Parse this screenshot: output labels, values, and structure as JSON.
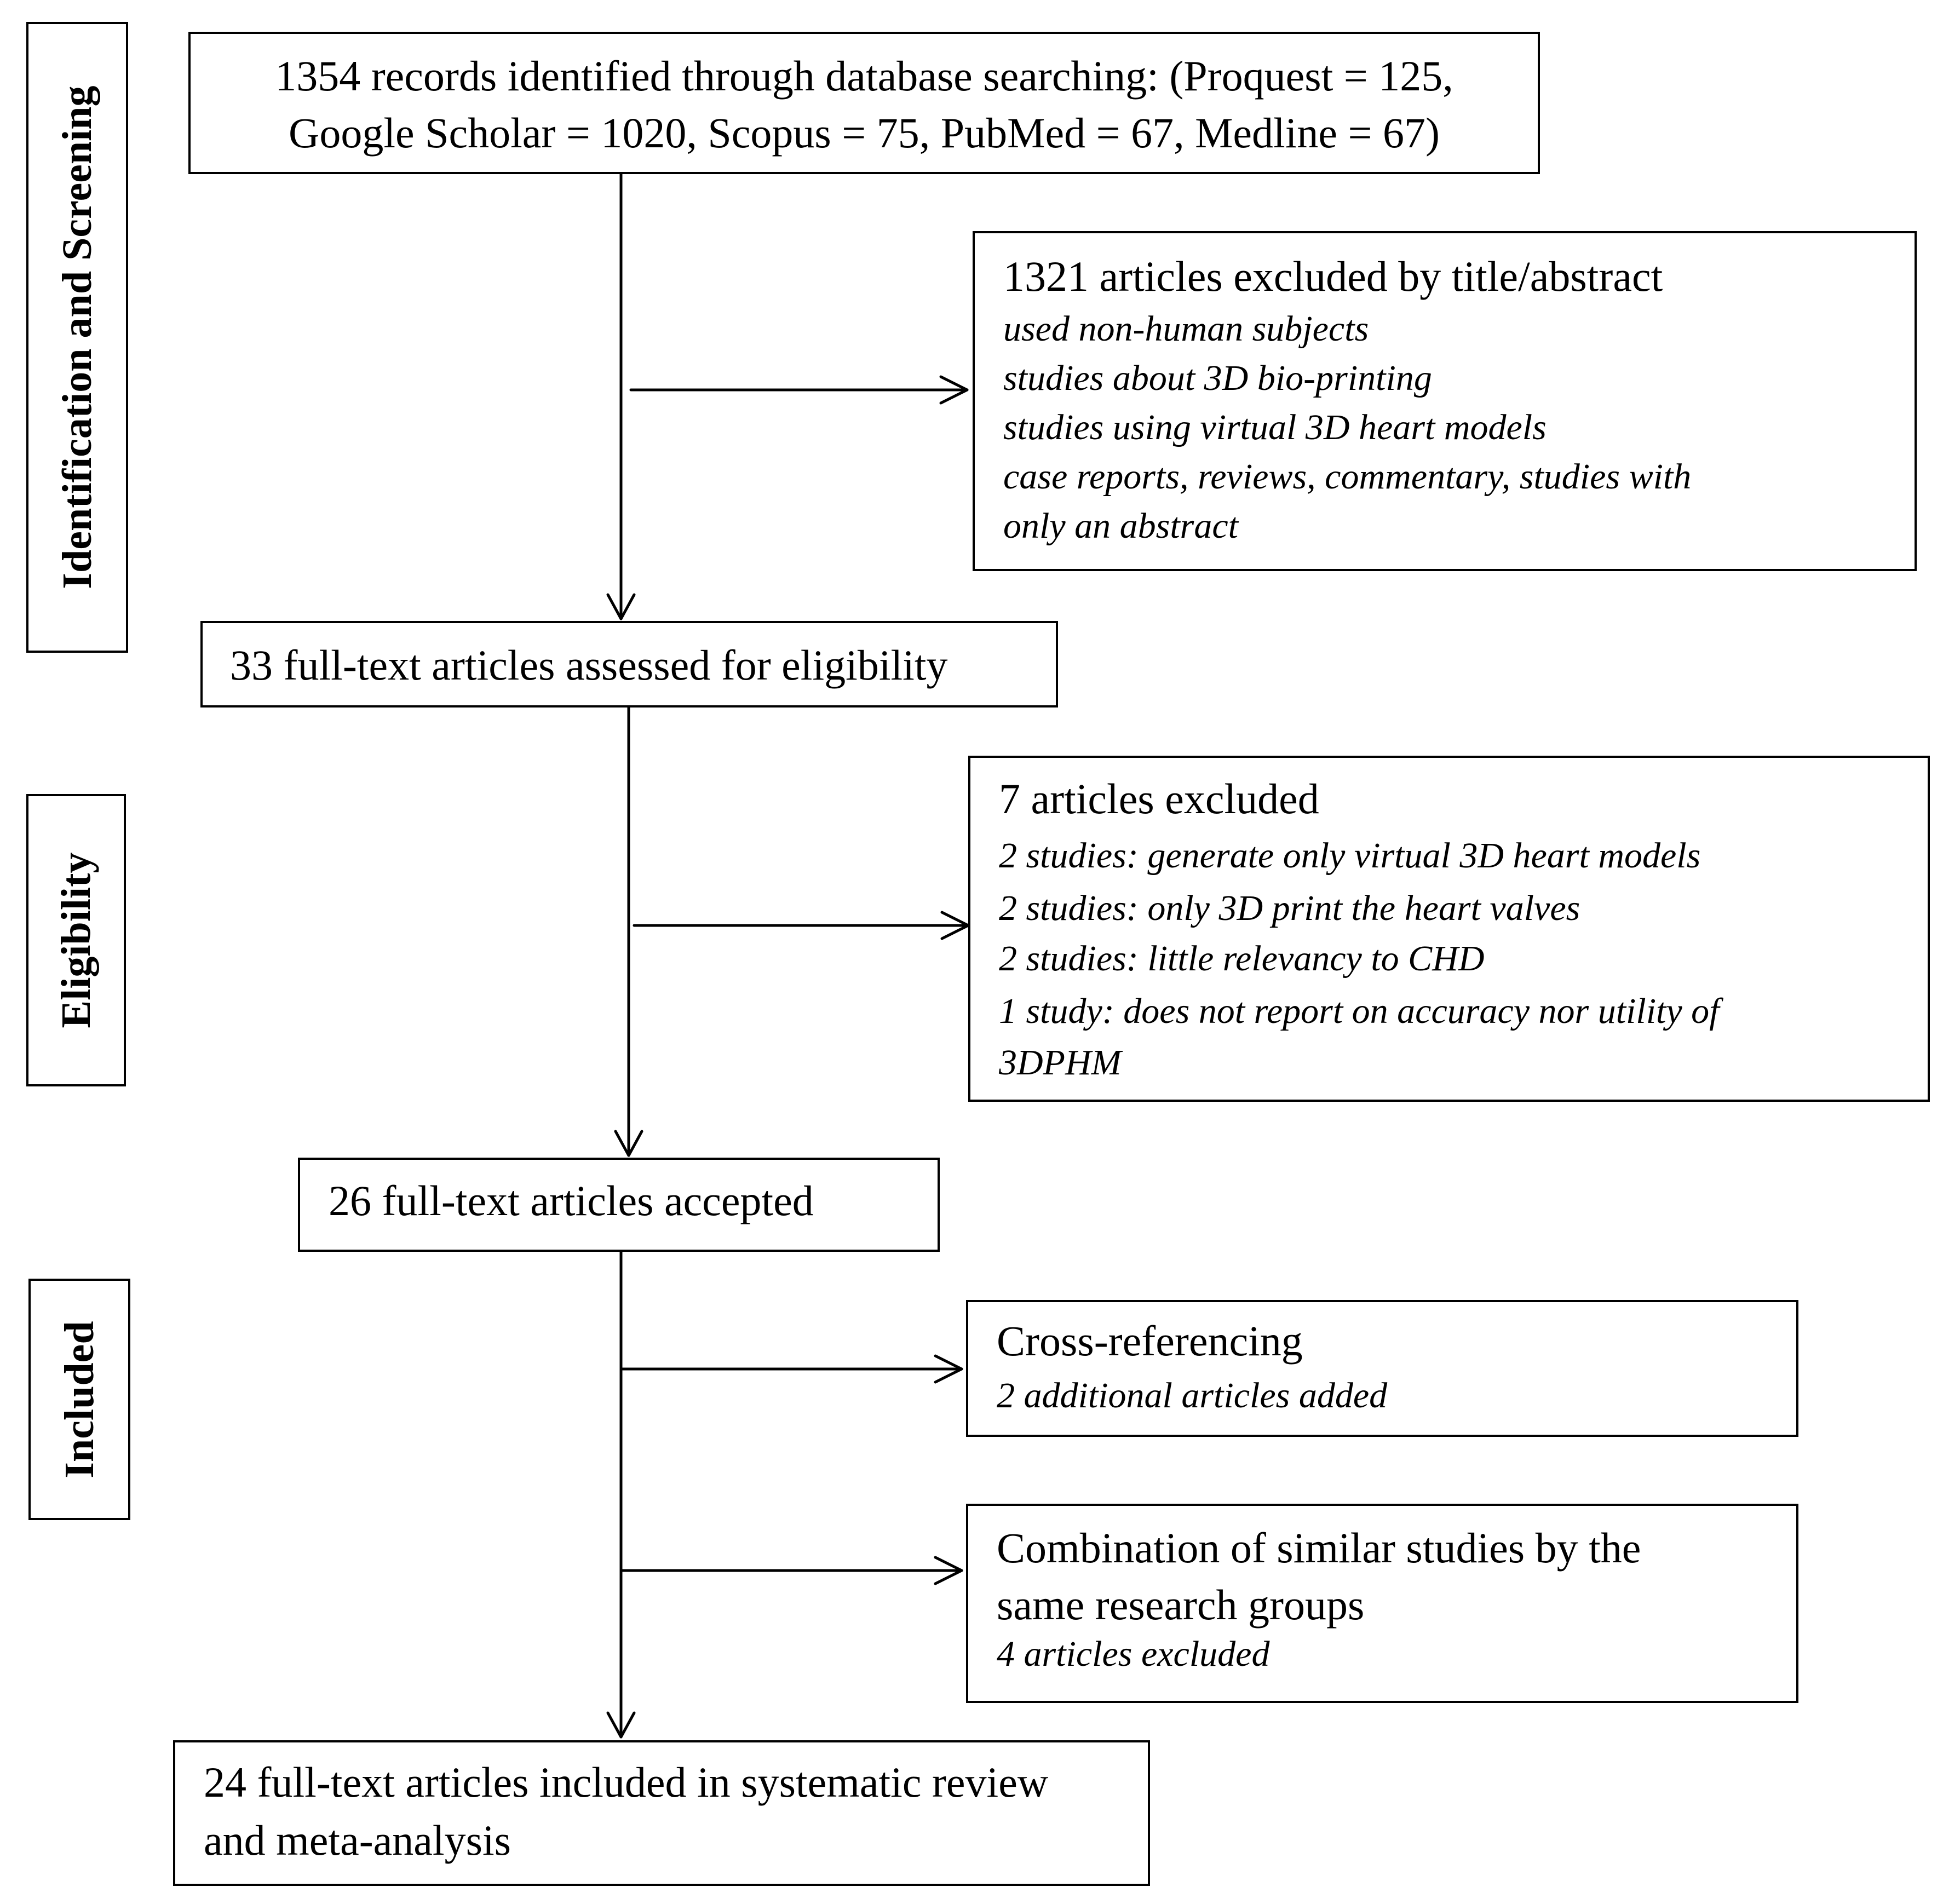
{
  "stages": {
    "identification": "Identification and Screening",
    "eligibility": "Eligibility",
    "included": "Included"
  },
  "records_identified": {
    "line1": "1354 records identified through database searching: (Proquest = 125,",
    "line2": "Google Scholar = 1020, Scopus = 75, PubMed = 67, Medline = 67)"
  },
  "excluded_title_abstract": {
    "heading": "1321 articles excluded by title/abstract",
    "reasons": [
      "used non-human subjects",
      "studies about 3D bio-printing",
      "studies using virtual 3D heart models",
      "case reports, reviews, commentary, studies with",
      "only an abstract"
    ]
  },
  "full_text_assessed": {
    "label": "33 full-text articles assessed for eligibility"
  },
  "excluded_eligibility": {
    "heading": "7 articles excluded",
    "reasons": [
      "2 studies: generate only virtual 3D heart models",
      "2 studies: only 3D print the heart valves",
      "2 studies: little relevancy to CHD",
      "1 study: does not report on accuracy nor utility of",
      "3DPHM"
    ]
  },
  "accepted": {
    "label": "26 full-text articles accepted"
  },
  "cross_referencing": {
    "heading": "Cross-referencing",
    "detail": "2 additional articles added"
  },
  "combination": {
    "heading_line1": "Combination of similar studies by the",
    "heading_line2": "same research groups",
    "detail": "4 articles excluded"
  },
  "final_included": {
    "line1": "24 full-text articles included in systematic review",
    "line2": "and meta-analysis"
  }
}
